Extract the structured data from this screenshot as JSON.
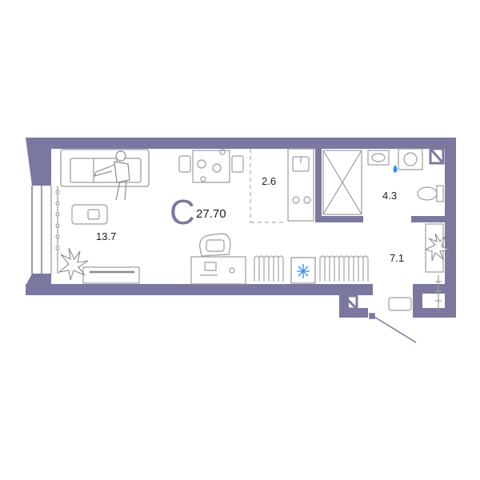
{
  "apartment": {
    "type_letter": "C",
    "total_area": "27.70"
  },
  "rooms": {
    "living": {
      "area": "13.7"
    },
    "kitchen": {
      "area": "2.6"
    },
    "bathroom": {
      "area": "4.3"
    },
    "hallway": {
      "area": "7.1"
    }
  },
  "colors": {
    "wall": "#7b78a0",
    "wall_light": "#c3c1d6",
    "furniture": "#9c9c9c",
    "accent_plant": "#d8d8d8",
    "water_drop": "#2f8ff0",
    "text": "#1c1c1c"
  },
  "icons": [
    "sofa",
    "person",
    "dining-table",
    "armchair",
    "desk",
    "tv-unit",
    "plant",
    "shower",
    "sink",
    "toilet",
    "washing-machine",
    "stove",
    "radiator",
    "snowflake",
    "door",
    "rug",
    "shoe-bench"
  ]
}
